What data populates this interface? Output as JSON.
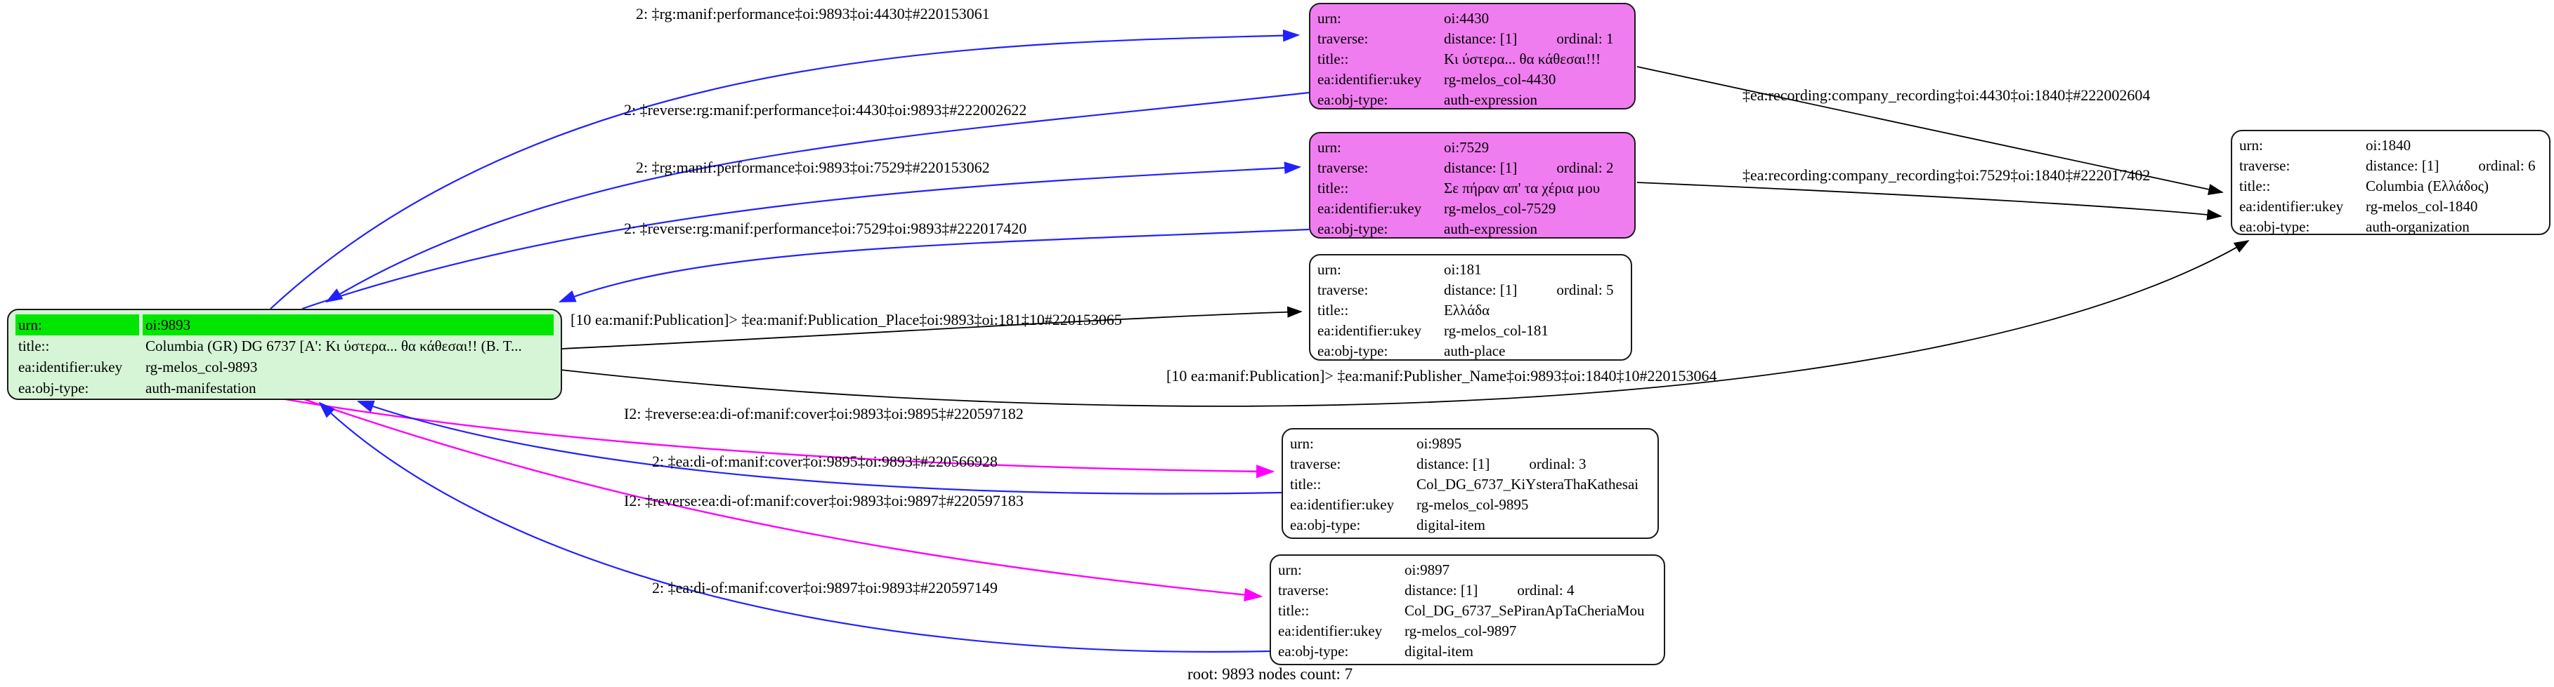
{
  "graph": {
    "footer": "root: 9893 nodes count: 7",
    "colors": {
      "root_header_green": "#00e600",
      "root_body_green": "#d6f5d6",
      "expression_violet": "#f07df0",
      "edge_blue": "#2121ff",
      "edge_magenta": "#ff00ff",
      "edge_black": "#000000"
    }
  },
  "nodes": {
    "n9893": {
      "rows": [
        {
          "label": "urn:",
          "value": "oi:9893"
        },
        {
          "label": "title::",
          "value": "Columbia (GR) DG 6737 [Α': Κι ύστερα... θα κάθεσαι!! (Β. Τ..."
        },
        {
          "label": "ea:identifier:ukey",
          "value": "rg-melos_col-9893"
        },
        {
          "label": "ea:obj-type:",
          "value": "auth-manifestation"
        }
      ]
    },
    "n4430": {
      "rows": [
        {
          "label": "urn:",
          "value": "oi:4430"
        },
        {
          "label": "traverse:",
          "value": "distance: [1]",
          "value2": "ordinal: 1"
        },
        {
          "label": "title::",
          "value": "Κι ύστερα... θα κάθεσαι!!!"
        },
        {
          "label": "ea:identifier:ukey",
          "value": "rg-melos_col-4430"
        },
        {
          "label": "ea:obj-type:",
          "value": "auth-expression"
        }
      ]
    },
    "n7529": {
      "rows": [
        {
          "label": "urn:",
          "value": "oi:7529"
        },
        {
          "label": "traverse:",
          "value": "distance: [1]",
          "value2": "ordinal: 2"
        },
        {
          "label": "title::",
          "value": "Σε πήραν απ' τα χέρια μου"
        },
        {
          "label": "ea:identifier:ukey",
          "value": "rg-melos_col-7529"
        },
        {
          "label": "ea:obj-type:",
          "value": "auth-expression"
        }
      ]
    },
    "n181": {
      "rows": [
        {
          "label": "urn:",
          "value": "oi:181"
        },
        {
          "label": "traverse:",
          "value": "distance: [1]",
          "value2": "ordinal: 5"
        },
        {
          "label": "title::",
          "value": "Ελλάδα"
        },
        {
          "label": "ea:identifier:ukey",
          "value": "rg-melos_col-181"
        },
        {
          "label": "ea:obj-type:",
          "value": "auth-place"
        }
      ]
    },
    "n9895": {
      "rows": [
        {
          "label": "urn:",
          "value": "oi:9895"
        },
        {
          "label": "traverse:",
          "value": "distance: [1]",
          "value2": "ordinal: 3"
        },
        {
          "label": "title::",
          "value": "Col_DG_6737_KiYsteraThaKathesai"
        },
        {
          "label": "ea:identifier:ukey",
          "value": "rg-melos_col-9895"
        },
        {
          "label": "ea:obj-type:",
          "value": "digital-item"
        }
      ]
    },
    "n9897": {
      "rows": [
        {
          "label": "urn:",
          "value": "oi:9897"
        },
        {
          "label": "traverse:",
          "value": "distance: [1]",
          "value2": "ordinal: 4"
        },
        {
          "label": "title::",
          "value": "Col_DG_6737_SePiranApTaCheriaMou"
        },
        {
          "label": "ea:identifier:ukey",
          "value": "rg-melos_col-9897"
        },
        {
          "label": "ea:obj-type:",
          "value": "digital-item"
        }
      ]
    },
    "n1840": {
      "rows": [
        {
          "label": "urn:",
          "value": "oi:1840"
        },
        {
          "label": "traverse:",
          "value": "distance: [1]",
          "value2": "ordinal: 6"
        },
        {
          "label": "title::",
          "value": "Columbia (Ελλάδος)"
        },
        {
          "label": "ea:identifier:ukey",
          "value": "rg-melos_col-1840"
        },
        {
          "label": "ea:obj-type:",
          "value": "auth-organization"
        }
      ]
    }
  },
  "edge_labels": [
    "2: ‡rg:manif:performance‡oi:9893‡oi:4430‡#220153061",
    "2: ‡reverse:rg:manif:performance‡oi:4430‡oi:9893‡#222002622",
    "2: ‡rg:manif:performance‡oi:9893‡oi:7529‡#220153062",
    "2: ‡reverse:rg:manif:performance‡oi:7529‡oi:9893‡#222017420",
    "[10 ea:manif:Publication]> ‡ea:manif:Publication_Place‡oi:9893‡oi:181‡10#220153065",
    "[10 ea:manif:Publication]> ‡ea:manif:Publisher_Name‡oi:9893‡oi:1840‡10#220153064",
    "I2: ‡reverse:ea:di-of:manif:cover‡oi:9893‡oi:9895‡#220597182",
    "2: ‡ea:di-of:manif:cover‡oi:9895‡oi:9893‡#220566928",
    "I2: ‡reverse:ea:di-of:manif:cover‡oi:9893‡oi:9897‡#220597183",
    "2: ‡ea:di-of:manif:cover‡oi:9897‡oi:9893‡#220597149",
    "‡ea:recording:company_recording‡oi:4430‡oi:1840‡#222002604",
    "‡ea:recording:company_recording‡oi:7529‡oi:1840‡#222017402"
  ]
}
